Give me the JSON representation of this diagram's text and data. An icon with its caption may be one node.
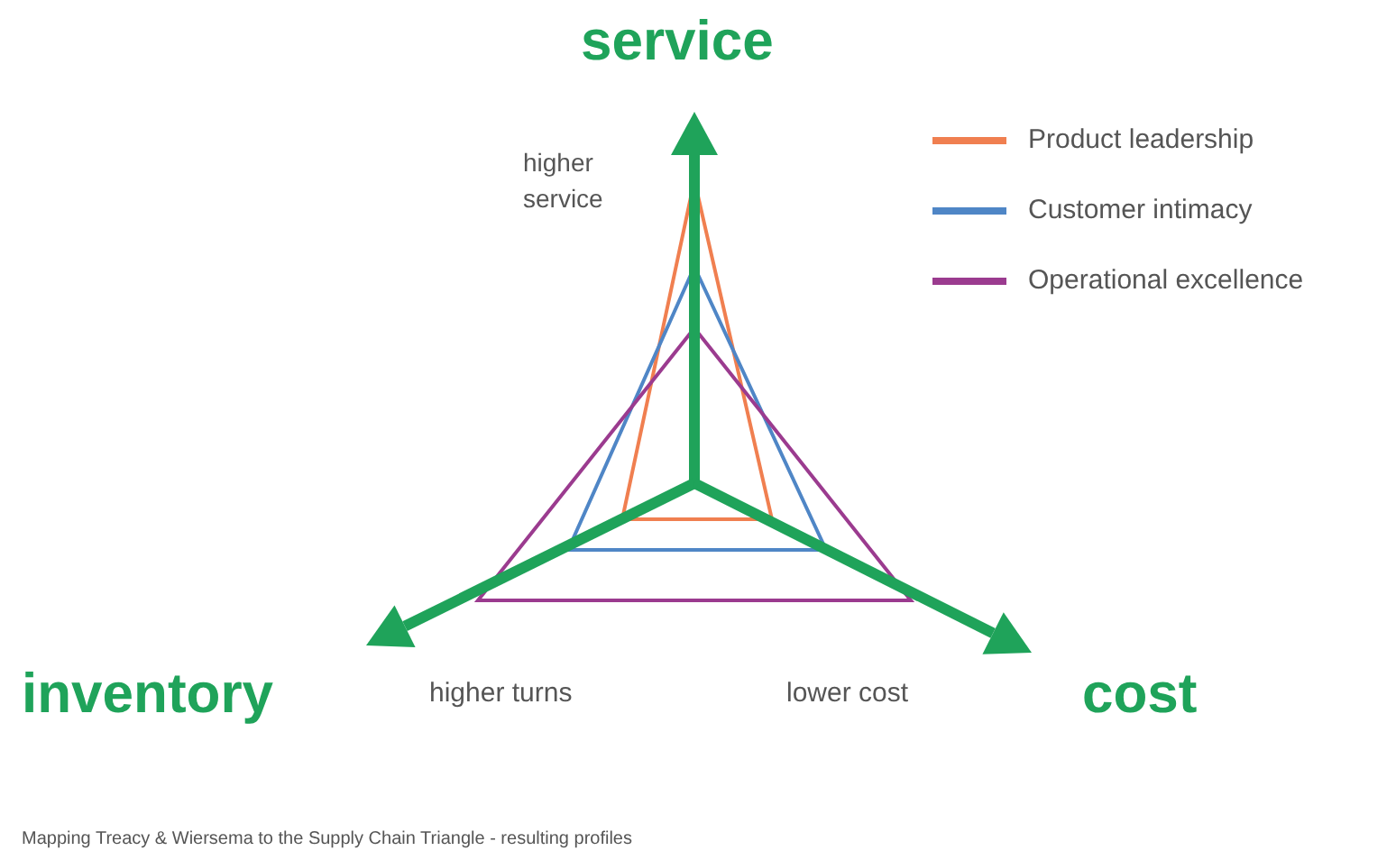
{
  "diagram": {
    "caption": "Mapping Treacy & Wiersema to the Supply Chain Triangle - resulting profiles",
    "labels": [
      "service",
      "higher service",
      "inventory",
      "higher turns",
      "lower cost",
      "cost"
    ],
    "legend": [
      {
        "text": "Product leadership",
        "color": "#f07f50"
      },
      {
        "text": "Customer intimacy",
        "color": "#4f86c6"
      },
      {
        "text": "Operational excellence",
        "color": "#9b3b8f"
      }
    ]
  }
}
